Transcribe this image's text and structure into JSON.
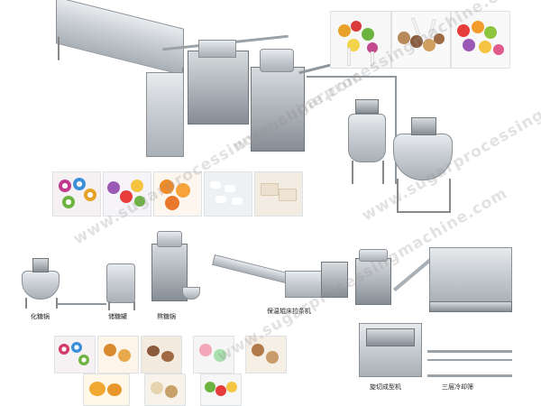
{
  "watermarks": [
    "www.sugarprocessingmachine.com",
    "www.sugarprocessingmachine.com",
    "www.sugarprocessingmachine.com",
    "www.sugarprocessingmachine.com"
  ],
  "machine_labels": {
    "sugar_dissolving_pot": "化糖锅",
    "sugar_storage_tank": "储糖罐",
    "cooking_pot": "熬糖锅",
    "heat_preservation_bed": "保温辊床拉条机",
    "rotary_cutting_forming": "旋切成型机",
    "three_layer_cooling": "三层冷却筛"
  },
  "colors": {
    "steel_light": "#e8ebee",
    "steel_dark": "#868d94",
    "watermark": "#969696"
  },
  "icons": [
    "lollipop-product-photo",
    "candy-product-photo",
    "production-line-machine"
  ]
}
